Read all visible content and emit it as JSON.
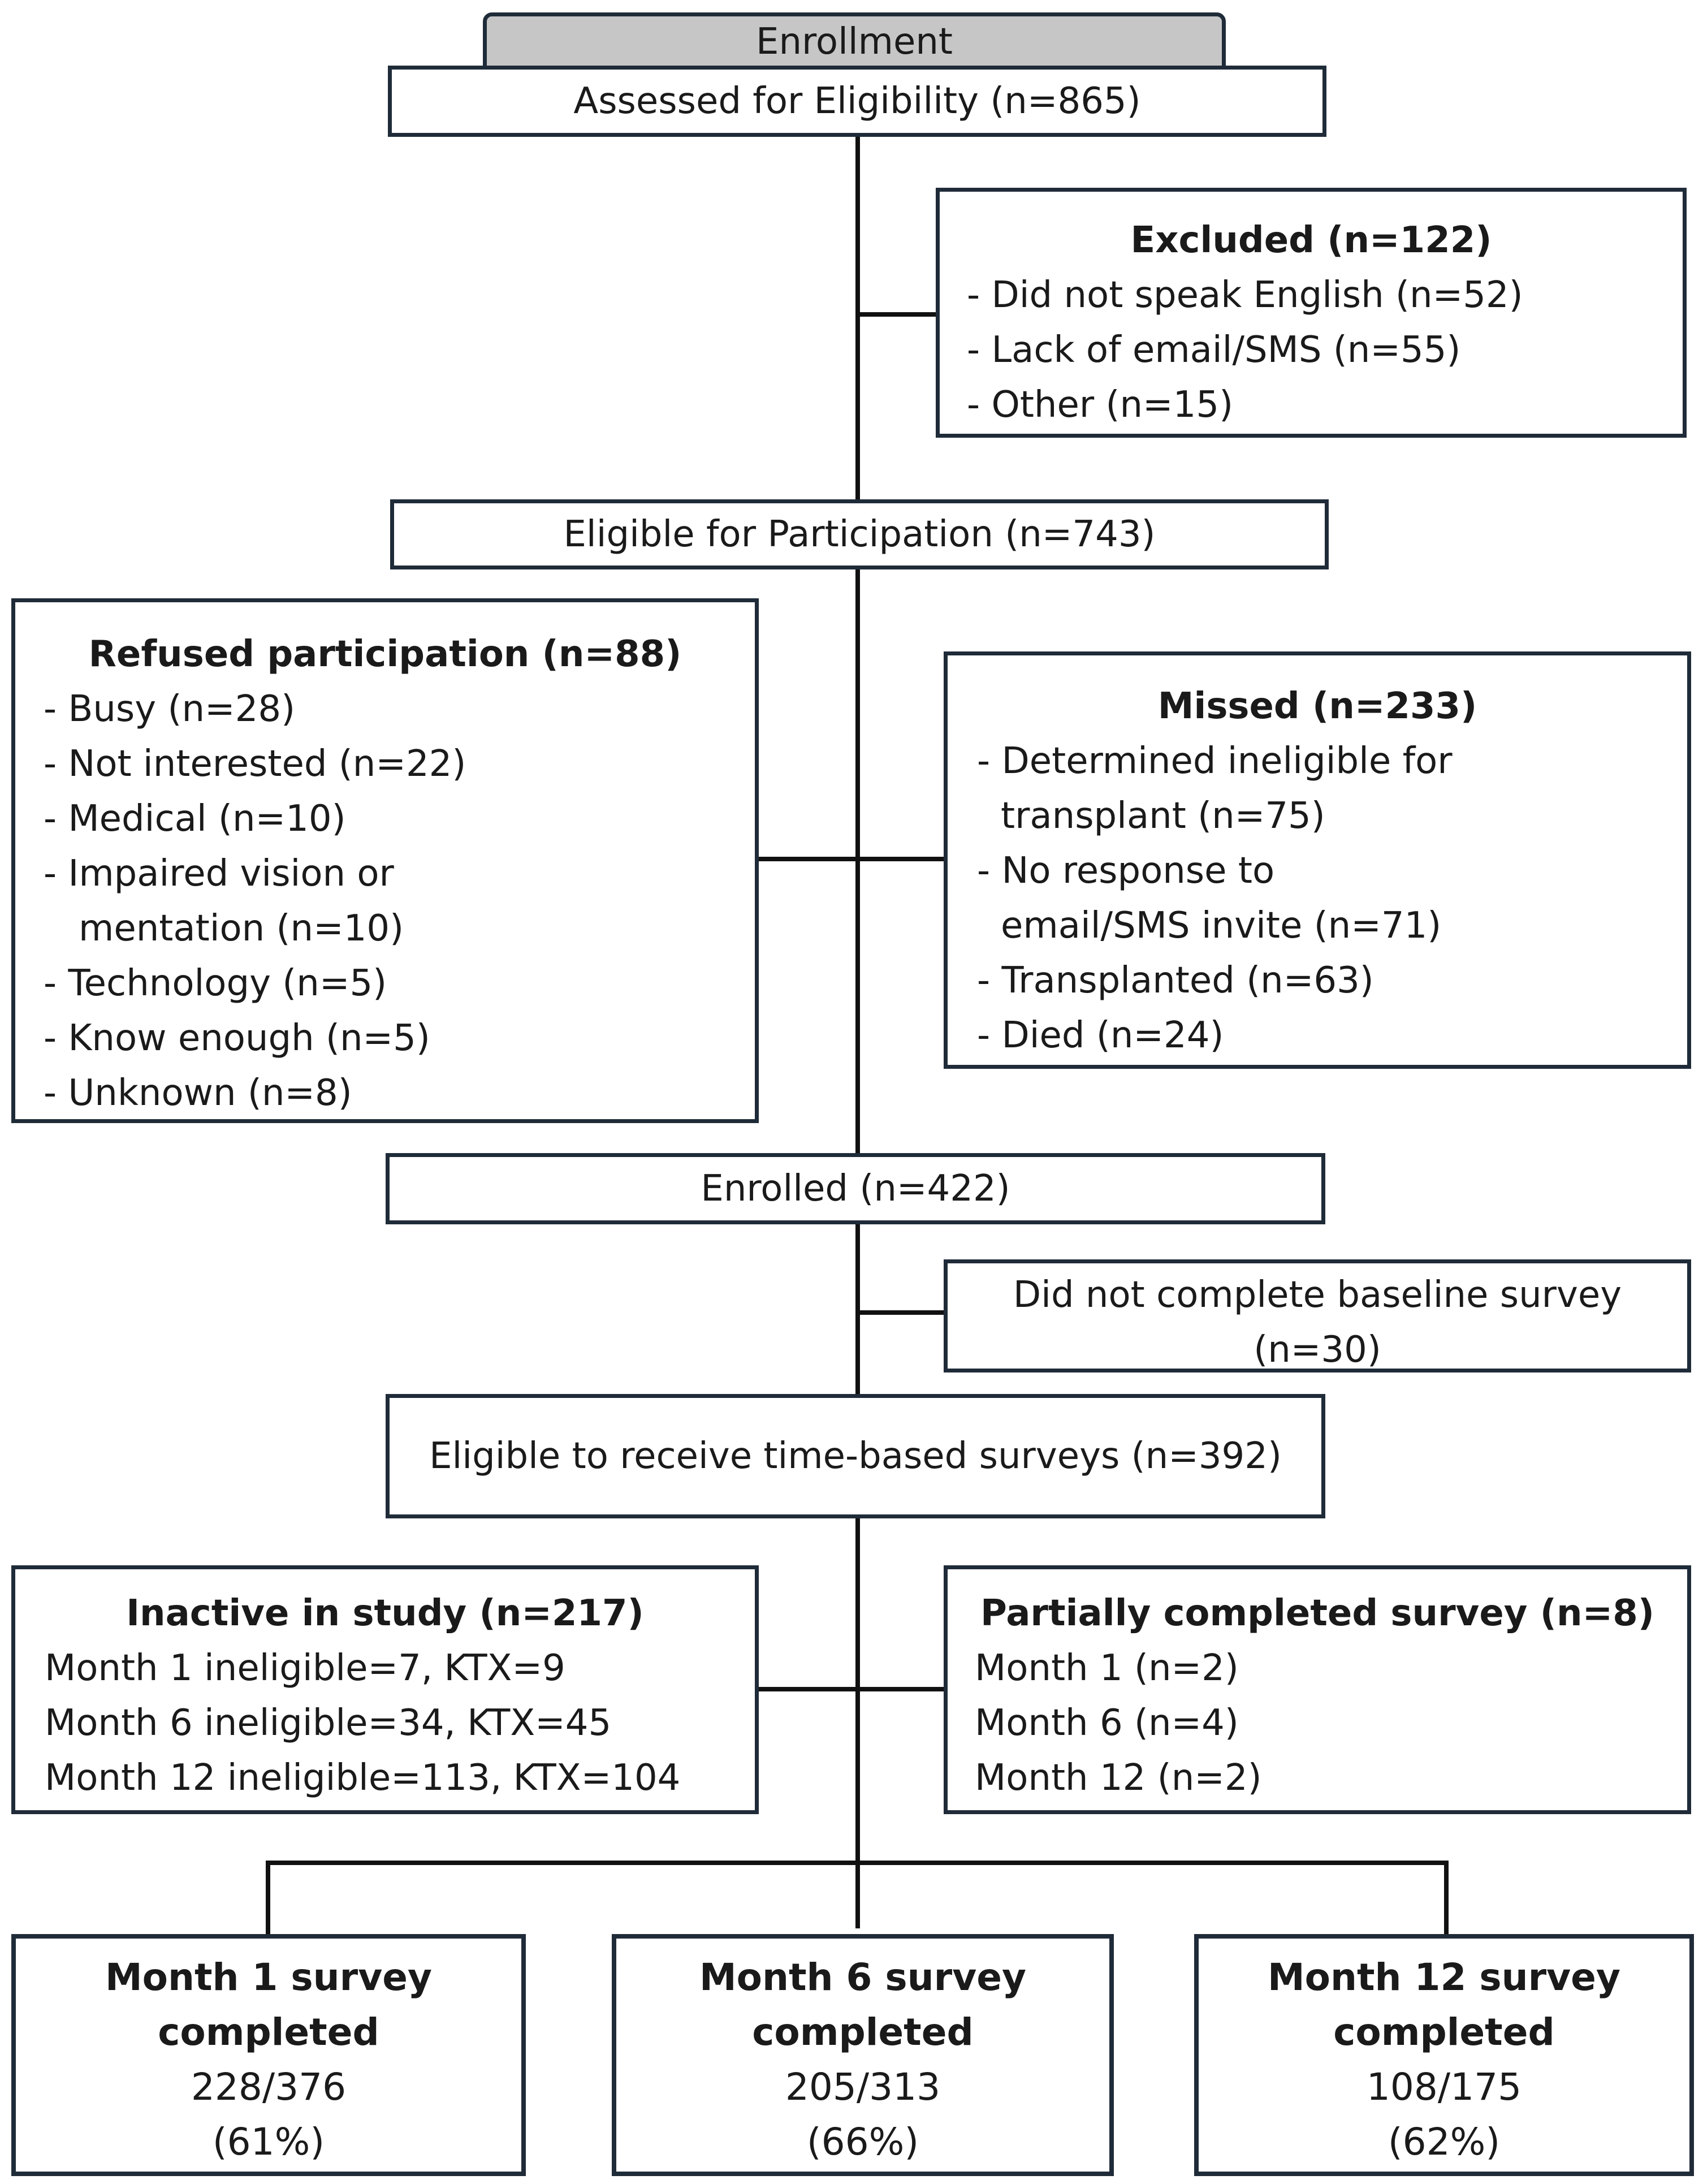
{
  "enrollment": {
    "label": "Enrollment"
  },
  "assessed": {
    "label": "Assessed for Eligibility (n=865)"
  },
  "excluded": {
    "title": "Excluded (n=122)",
    "items": [
      "- Did not speak English (n=52)",
      "- Lack of email/SMS (n=55)",
      "- Other (n=15)"
    ]
  },
  "eligible": {
    "label": "Eligible for Participation (n=743)"
  },
  "refused": {
    "title": "Refused participation (n=88)",
    "items": [
      "- Busy (n=28)",
      "- Not interested (n=22)",
      "- Medical (n=10)",
      "- Impaired vision or",
      "mentation (n=10)",
      "- Technology (n=5)",
      "- Know enough (n=5)",
      "- Unknown (n=8)"
    ]
  },
  "missed": {
    "title": "Missed (n=233)",
    "items": [
      "- Determined ineligible for",
      "transplant (n=75)",
      "- No response to",
      "email/SMS invite (n=71)",
      "- Transplanted (n=63)",
      "- Died (n=24)"
    ]
  },
  "enrolled": {
    "label": "Enrolled (n=422)"
  },
  "no_baseline": {
    "line1": "Did not complete baseline survey",
    "line2": "(n=30)"
  },
  "time_based": {
    "label": "Eligible to receive time-based surveys (n=392)"
  },
  "inactive": {
    "title": "Inactive in study (n=217)",
    "items": [
      "Month 1 ineligible=7, KTX=9",
      "Month 6 ineligible=34, KTX=45",
      "Month 12 ineligible=113, KTX=104"
    ]
  },
  "partial": {
    "title": "Partially completed survey (n=8)",
    "items": [
      "Month 1 (n=2)",
      "Month 6 (n=4)",
      "Month 12 (n=2)"
    ]
  },
  "final": [
    {
      "title1": "Month 1 survey",
      "title2": "completed",
      "ratio": "228/376",
      "pct": "(61%)"
    },
    {
      "title1": "Month 6 survey",
      "title2": "completed",
      "ratio": "205/313",
      "pct": "(66%)"
    },
    {
      "title1": "Month 12 survey",
      "title2": "completed",
      "ratio": "108/175",
      "pct": "(62%)"
    }
  ]
}
